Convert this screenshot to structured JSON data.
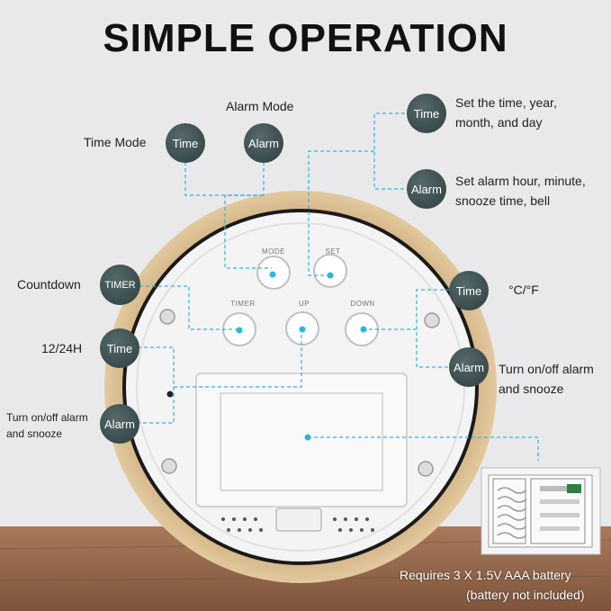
{
  "title": "SIMPLE OPERATION",
  "labels": {
    "alarm_mode": "Alarm Mode",
    "time_mode": "Time Mode",
    "set_time": [
      "Set the time, year,",
      "month, and day"
    ],
    "set_alarm": [
      "Set alarm hour, minute,",
      "snooze time, bell"
    ],
    "countdown": "Countdown",
    "hour_mode": "12/24H",
    "celsius_fahrenheit": "°C/°F",
    "snooze_right": [
      "Turn on/off alarm",
      "and snooze"
    ],
    "snooze_left": [
      "Turn on/off alarm",
      "and snooze"
    ],
    "battery": [
      "Requires 3 X 1.5V AAA battery",
      "(battery not included)"
    ]
  },
  "badges": {
    "time_mode": "Time",
    "alarm_mode": "Alarm",
    "set_time": "Time",
    "set_alarm": "Alarm",
    "timer": "TIMER",
    "hour_mode": "Time",
    "temp_unit": "Time",
    "snooze_right": "Alarm",
    "snooze_left": "Alarm"
  },
  "buttons": {
    "mode": "MODE",
    "set": "SET",
    "timer": "TIMER",
    "up": "UP",
    "down": "DOWN"
  },
  "colors": {
    "accent": "#29b6e0",
    "badge": "#3d4f50",
    "wood": "#d4b98e",
    "panel": "#ffffff"
  }
}
